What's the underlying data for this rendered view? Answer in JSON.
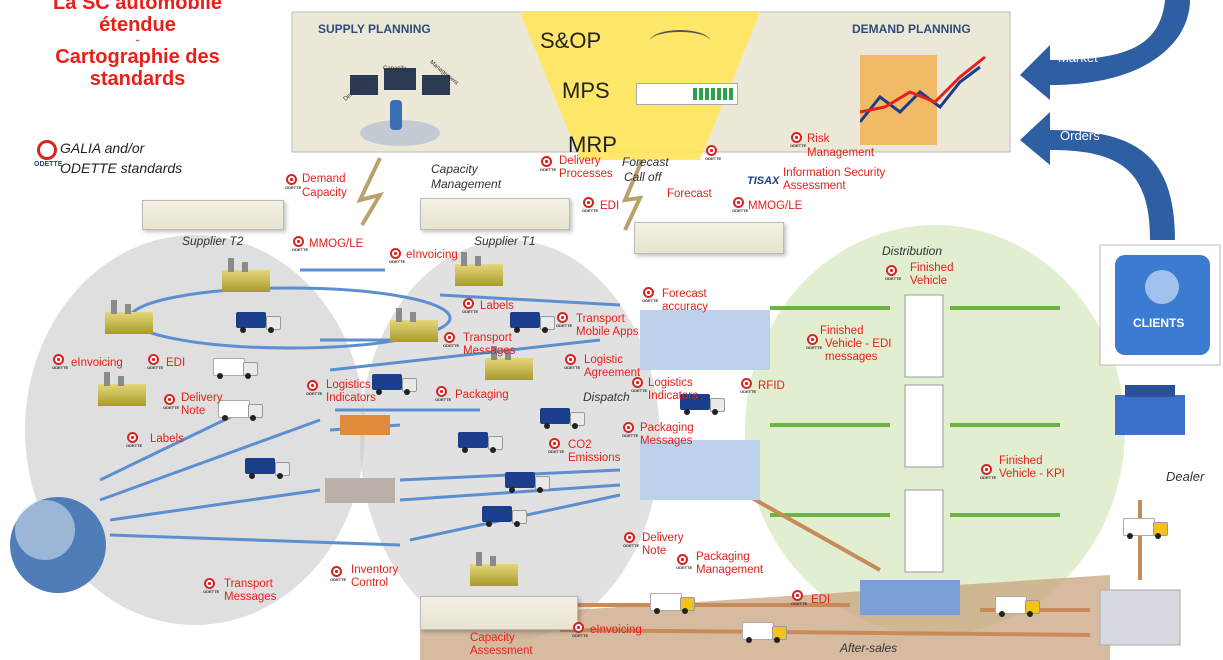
{
  "title": {
    "line1": "La SC automobile",
    "line2": "étendue",
    "dash": "-",
    "line3": "Cartographie des",
    "line4": "standards"
  },
  "legend": {
    "line1": "GALIA and/or",
    "line2": "ODETTE standards",
    "logo_text": "ODETTE"
  },
  "header": {
    "supply_planning": "SUPPLY PLANNING",
    "demand_planning": "DEMAND  PLANNING",
    "sop": "S&OP",
    "mps": "MPS",
    "mrp": "MRP",
    "demand_icon": "Demand",
    "capacity_icon": "Capacity",
    "management_icon": "Management"
  },
  "side_arrows": {
    "market": "Market",
    "orders": "Orders"
  },
  "clients": "CLIENTS",
  "nodes": {
    "supplier_t2": "Supplier T2",
    "supplier_t1": "Supplier T1",
    "distribution": "Distribution",
    "dispatch": "Dispatch",
    "dealer": "Dealer",
    "after_sales": "After-sales",
    "capacity_management_1": "Capacity",
    "capacity_management_2": "Management",
    "forecast_1": "Forecast",
    "forecast_2": "Call off",
    "forecast_3": "Forecast",
    "tisax": "TISAX"
  },
  "labels": {
    "demand_capacity_1": "Demand",
    "demand_capacity_2": "Capacity",
    "delivery_processes_1": "Delivery",
    "delivery_processes_2": "Processes",
    "risk_management_1": "Risk",
    "risk_management_2": "Management",
    "infosec_1": "Information Security",
    "infosec_2": "Assessment",
    "edi_top": "EDI",
    "mmog_right": "MMOG/LE",
    "mmog_left": "MMOG/LE",
    "einvoicing_top": "eInvoicing",
    "labels_t1": "Labels",
    "transport_mobile_1": "Transport",
    "transport_mobile_2": "Mobile Apps",
    "transport_msg_1": "Transport",
    "transport_msg_2": "Messages",
    "forecast_acc_1": "Forecast",
    "forecast_acc_2": "accuracy",
    "logistic_agreement_1": "Logistic",
    "logistic_agreement_2": "Agreement",
    "finished_vehicle_1": "Finished",
    "finished_vehicle_2": "Vehicle",
    "fv_edi_1": "Finished",
    "fv_edi_2": "Vehicle - EDI",
    "fv_edi_3": "messages",
    "einvoicing_left": "eInvoicing",
    "edi_left": "EDI",
    "logistics_ind_1": "Logistics",
    "logistics_ind_2": "Indicators",
    "logistics_ind_r1": "Logistics",
    "logistics_ind_r2": "Indicators",
    "rfid": "RFID",
    "delivery_note_1": "Delivery",
    "delivery_note_2": "Note",
    "packaging": "Packaging",
    "packaging_msg_1": "Packaging",
    "packaging_msg_2": "Messages",
    "labels_left": "Labels",
    "co2_1": "CO2",
    "co2_2": "Emissions",
    "fv_kpi_1": "Finished",
    "fv_kpi_2": "Vehicle - KPI",
    "delivery_note_b1": "Delivery",
    "delivery_note_b2": "Note",
    "packaging_mgmt_1": "Packaging",
    "packaging_mgmt_2": "Management",
    "inventory_1": "Inventory",
    "inventory_2": "Control",
    "transport_msg_b1": "Transport",
    "transport_msg_b2": "Messages",
    "edi_bottom": "EDI",
    "einvoicing_bottom": "eInvoicing",
    "capacity_assess_1": "Capacity",
    "capacity_assess_2": "Assessment"
  },
  "colors": {
    "accent_red": "#e8201b",
    "arrow_blue": "#5c8fd1",
    "market_blue": "#2f5fa3",
    "aftersales_brown": "#c98a5a",
    "green_arrow": "#6cb33f"
  }
}
